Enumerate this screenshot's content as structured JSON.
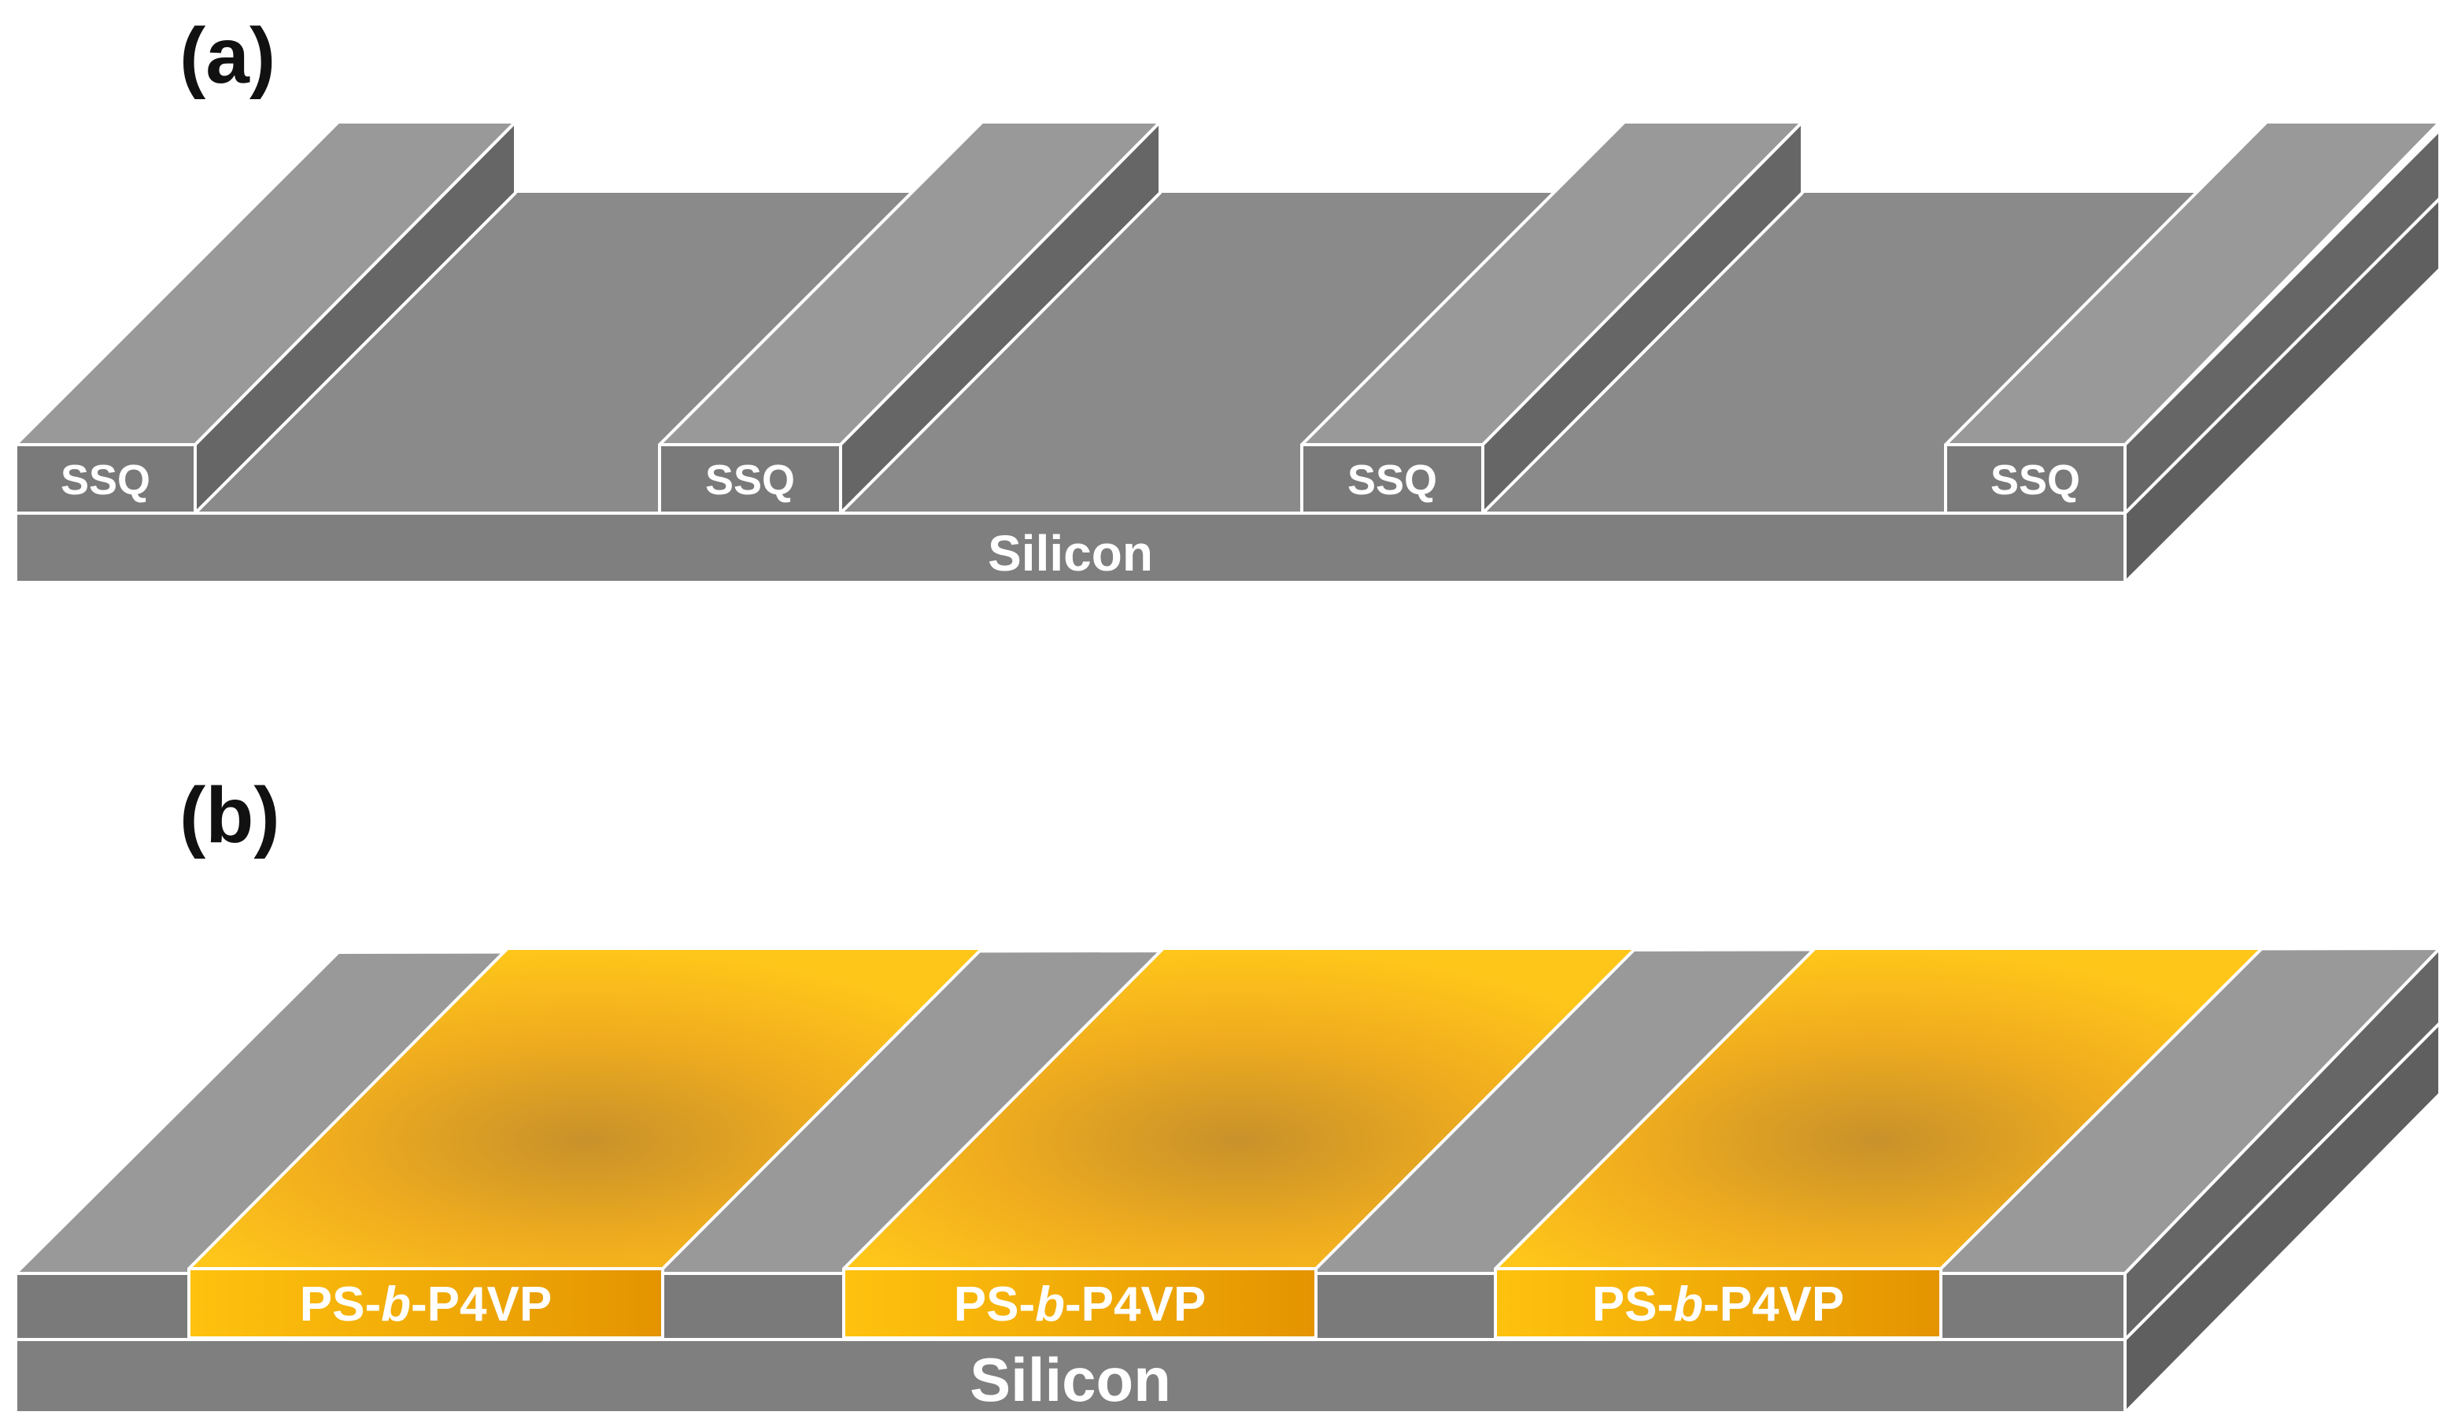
{
  "panels": [
    {
      "label": "(a)",
      "ssq_labels": [
        "SSQ",
        "SSQ",
        "SSQ",
        "SSQ"
      ],
      "substrate_label": "Silicon"
    },
    {
      "label": "(b)",
      "film_label_prefix": "PS-",
      "film_label_italic": "b",
      "film_label_suffix": "-P4VP",
      "film_count": 3,
      "substrate_label": "Silicon"
    }
  ],
  "colors": {
    "ssq_top": "#999999",
    "ssq_front": "#7a7a7a",
    "ssq_side": "#666666",
    "trench_floor": "#8a8a8a",
    "silicon_front": "#7f7f7f",
    "silicon_side": "#5f5f5f",
    "film_light": "#ffc61a",
    "film_dark": "#c8912a",
    "film_front_light": "#ffc20e",
    "film_front_dark": "#e39400",
    "text_on_shapes": "#ffffff",
    "panel_label": "#111111"
  }
}
